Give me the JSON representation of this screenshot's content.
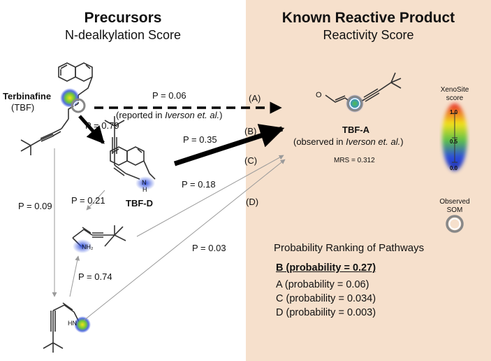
{
  "left_panel": {
    "title": "Precursors",
    "subtitle": "N-dealkylation Score",
    "terbinafine_name": "Terbinafine",
    "terbinafine_abbr": "(TBF)",
    "tbfd_label": "TBF-D",
    "nh_label": "N",
    "h_label": "H",
    "nh2_label": "NH₂",
    "hn_label": "HN"
  },
  "right_panel": {
    "title": "Known Reactive Product",
    "subtitle": "Reactivity Score",
    "product_name": "TBF-A",
    "product_obs_prefix": "(observed in ",
    "product_obs_italic": "Iverson et. al.",
    "product_obs_suffix": ")",
    "o_label": "O",
    "mrs": "MRS = 0.312",
    "xenosite_line1": "XenoSite",
    "xenosite_line2": "score",
    "scale_labels": [
      "1.0",
      "0.5",
      "0.0"
    ],
    "observed_line1": "Observed",
    "observed_line2": "SOM"
  },
  "pathways": {
    "A": {
      "letter": "(A)",
      "p": "P = 0.06",
      "note_prefix": "(reported in ",
      "note_italic": "Iverson et. al.",
      "note_suffix": ")"
    },
    "B": {
      "letter": "(B)",
      "p": "P = 0.35"
    },
    "C": {
      "letter": "(C)",
      "p": "P = 0.18"
    },
    "D": {
      "letter": "(D)",
      "p": "P = 0.03"
    },
    "step_tbf_to_tbfd": "P = 0.79",
    "step_tbf_down": "P = 0.09",
    "step_tbfd_to_amine": "P = 0.21",
    "step_bottom_to_amine": "P = 0.74"
  },
  "ranking": {
    "title": "Probability Ranking of Pathways",
    "top": "B (probability = 0.27)",
    "items": [
      "A (probability = 0.06)",
      "C (probability = 0.034)",
      "D (probability = 0.003)"
    ]
  },
  "colors": {
    "panel_bg": "#f6e0cc",
    "heatmap_high": "#e8262a",
    "heatmap_mid": "#f2e21c",
    "heatmap_low": "#2233cc",
    "arrow_dark": "#000000",
    "arrow_light": "#9a9a9a"
  }
}
